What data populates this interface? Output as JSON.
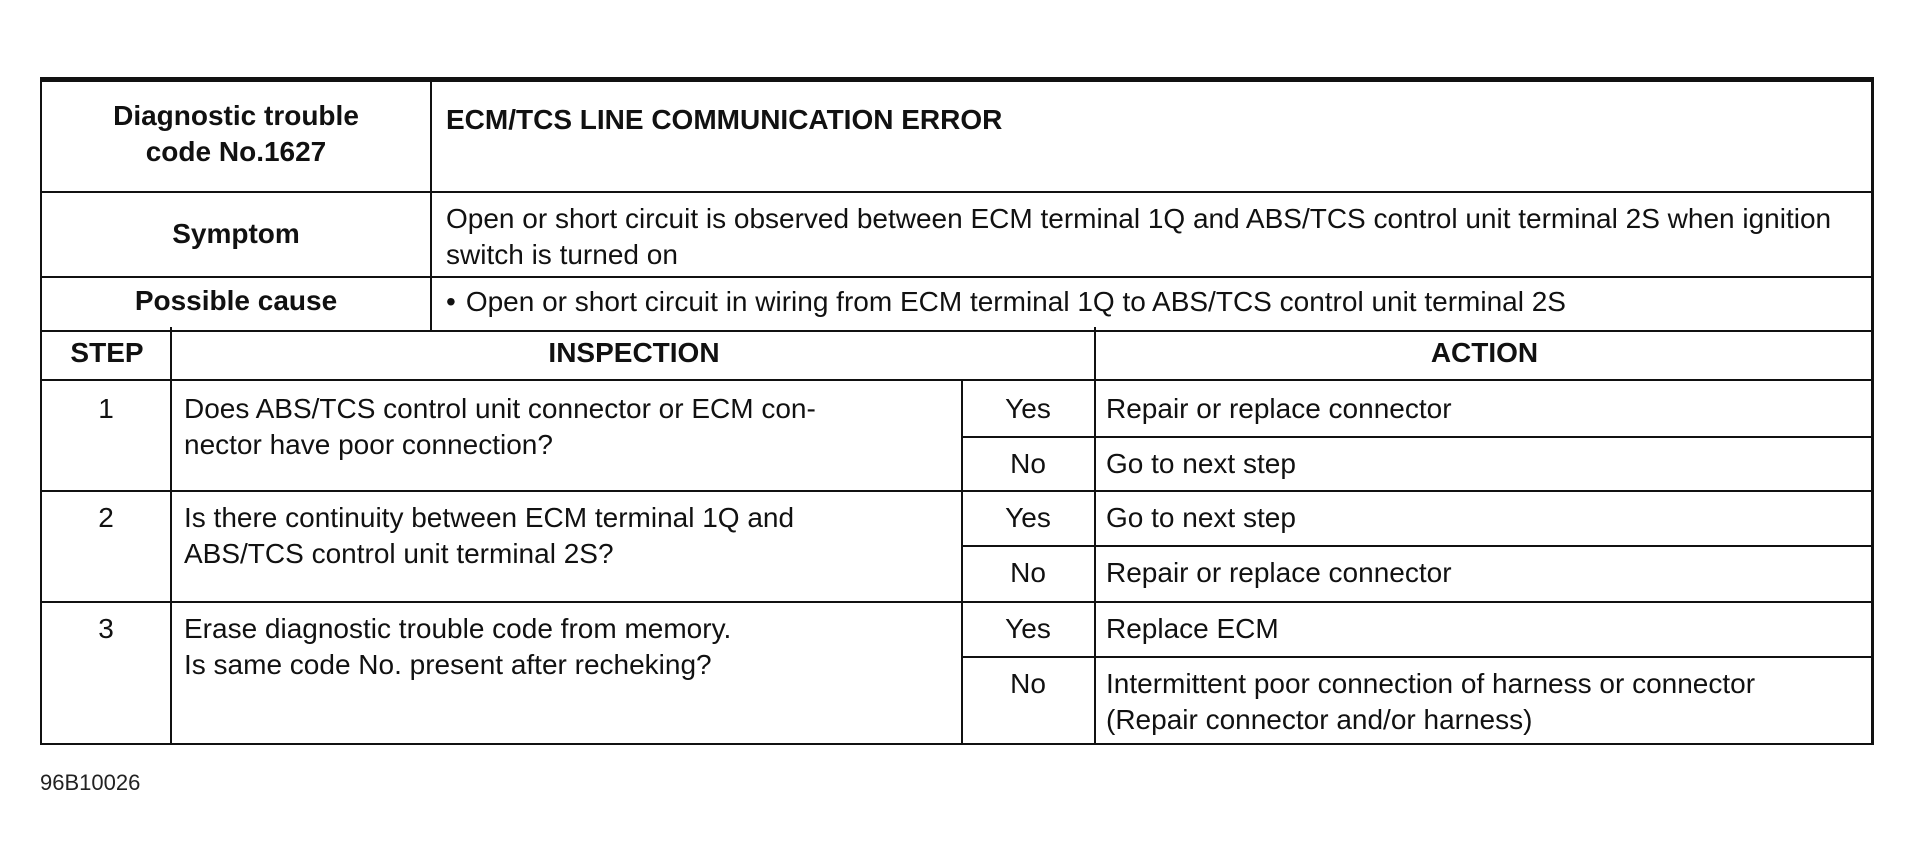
{
  "header": {
    "dtc_label": "Diagnostic trouble code No.1627",
    "dtc_title": "ECM/TCS LINE COMMUNICATION ERROR",
    "symptom_label": "Symptom",
    "symptom_text": "Open or short circuit is observed between ECM terminal 1Q and ABS/TCS control unit terminal 2S when ignition switch is turned on",
    "cause_label": "Possible cause",
    "cause_bullet": "•",
    "cause_text": "Open or short circuit in wiring from ECM terminal 1Q to ABS/TCS control unit terminal 2S"
  },
  "table": {
    "col_step": "STEP",
    "col_inspection": "INSPECTION",
    "col_action": "ACTION",
    "steps": [
      {
        "step": "1",
        "inspection_line1": "Does ABS/TCS control unit connector or ECM con-",
        "inspection_line2": "nector have poor connection?",
        "yes_label": "Yes",
        "yes_action": "Repair or replace connector",
        "no_label": "No",
        "no_action": "Go to next step"
      },
      {
        "step": "2",
        "inspection_line1": "Is there continuity between ECM terminal 1Q and",
        "inspection_line2": "ABS/TCS control unit terminal 2S?",
        "yes_label": "Yes",
        "yes_action": "Go to next step",
        "no_label": "No",
        "no_action": "Repair or replace connector"
      },
      {
        "step": "3",
        "inspection_line1": "Erase diagnostic trouble code from memory.",
        "inspection_line2": "Is same code No. present after recheking?",
        "yes_label": "Yes",
        "yes_action": "Replace ECM",
        "no_label": "No",
        "no_action_line1": "Intermittent poor connection of harness or connector",
        "no_action_line2": "(Repair connector and/or harness)"
      }
    ]
  },
  "figure_code": "96B10026"
}
